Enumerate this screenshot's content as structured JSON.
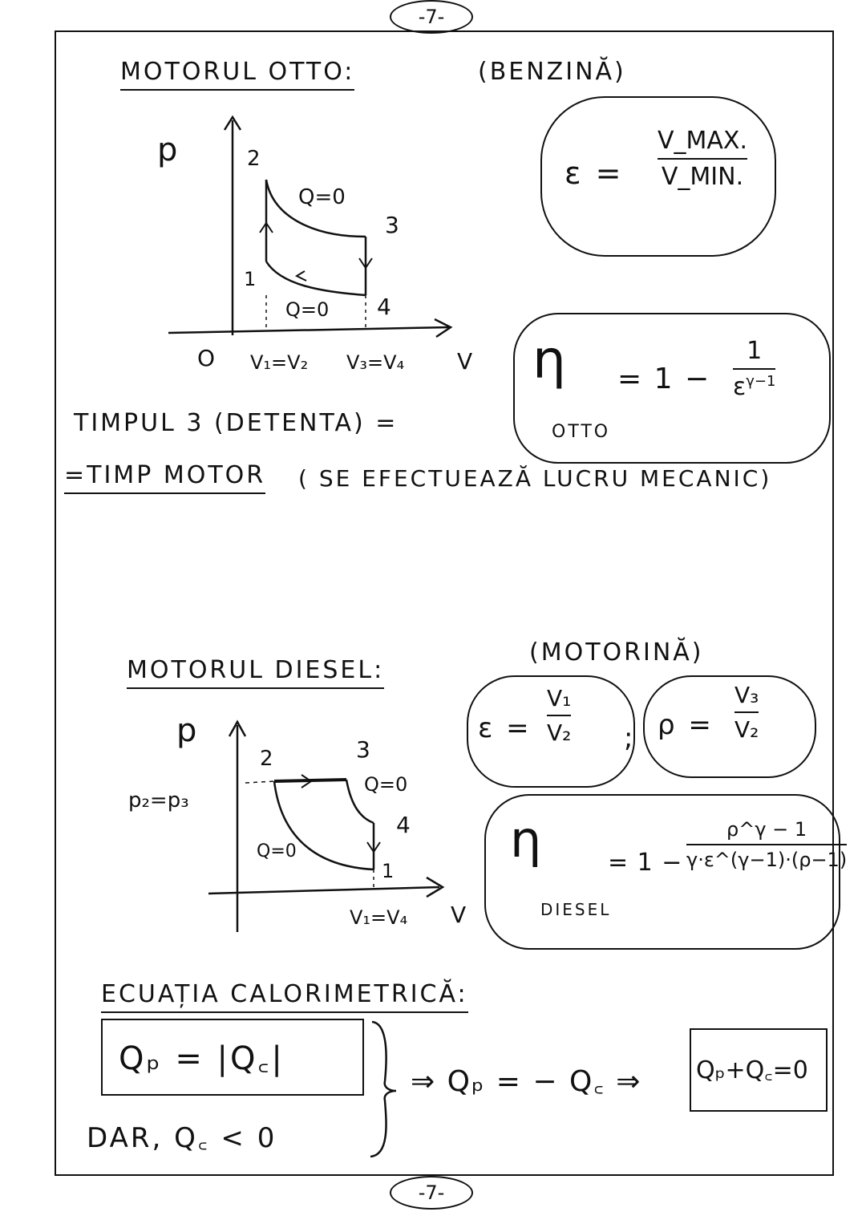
{
  "page_number": "-7-",
  "otto": {
    "title": "MOTORUL OTTO:",
    "fuel": "(BENZINĂ)",
    "diagram": {
      "p": "p",
      "v": "V",
      "o": "O",
      "n1": "1",
      "n2": "2",
      "n3": "3",
      "n4": "4",
      "q_top": "Q=0",
      "q_bottom": "Q=0",
      "v12": "V₁=V₂",
      "v34": "V₃=V₄"
    },
    "eps": {
      "lhs": "ε =",
      "num": "V_MAX.",
      "den": "V_MIN."
    },
    "eta": {
      "eta": "η",
      "sub": "OTTO",
      "eq": "= 1 −",
      "num": "1",
      "den": "ε",
      "exp": "γ−1"
    },
    "note1": "TIMPUL 3 (DETENTA) =",
    "note2": "=TIMP MOTOR",
    "note3": "( SE EFECTUEAZĂ LUCRU MECANIC)"
  },
  "diesel": {
    "title": "MOTORUL DIESEL:",
    "fuel": "(MOTORINĂ)",
    "diagram": {
      "p": "p",
      "v": "V",
      "pp": "p₂=p₃",
      "n1": "1",
      "n2": "2",
      "n3": "3",
      "n4": "4",
      "q_top": "Q=0",
      "q_left": "Q=0",
      "v14": "V₁=V₄"
    },
    "eps": {
      "lhs": "ε =",
      "num": "V₁",
      "den": "V₂"
    },
    "sep": ";",
    "rho": {
      "lhs": "ρ =",
      "num": "V₃",
      "den": "V₂"
    },
    "eta": {
      "eta": "η",
      "sub": "DIESEL",
      "eq": "= 1 −",
      "num": "ρ^γ − 1",
      "den": "γ·ε^(γ−1)·(ρ−1)"
    }
  },
  "calorimetric": {
    "title": "ECUAȚIA CALORIMETRICĂ:",
    "box1": "Qₚ = |Q꜀|",
    "but": "DAR, Q꜀ < 0",
    "implies": "⇒ Qₚ = − Q꜀ ⇒",
    "box2": "Qₚ+Q꜀=0"
  }
}
